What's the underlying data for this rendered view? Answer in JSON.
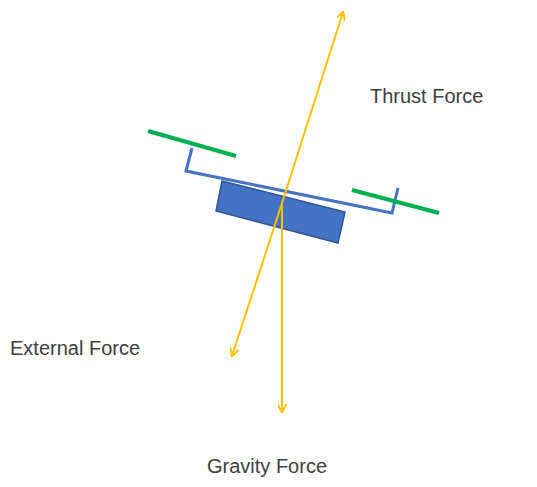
{
  "diagram": {
    "labels": [
      "Thrust Force",
      "External Force",
      "Gravity Force"
    ]
  }
}
